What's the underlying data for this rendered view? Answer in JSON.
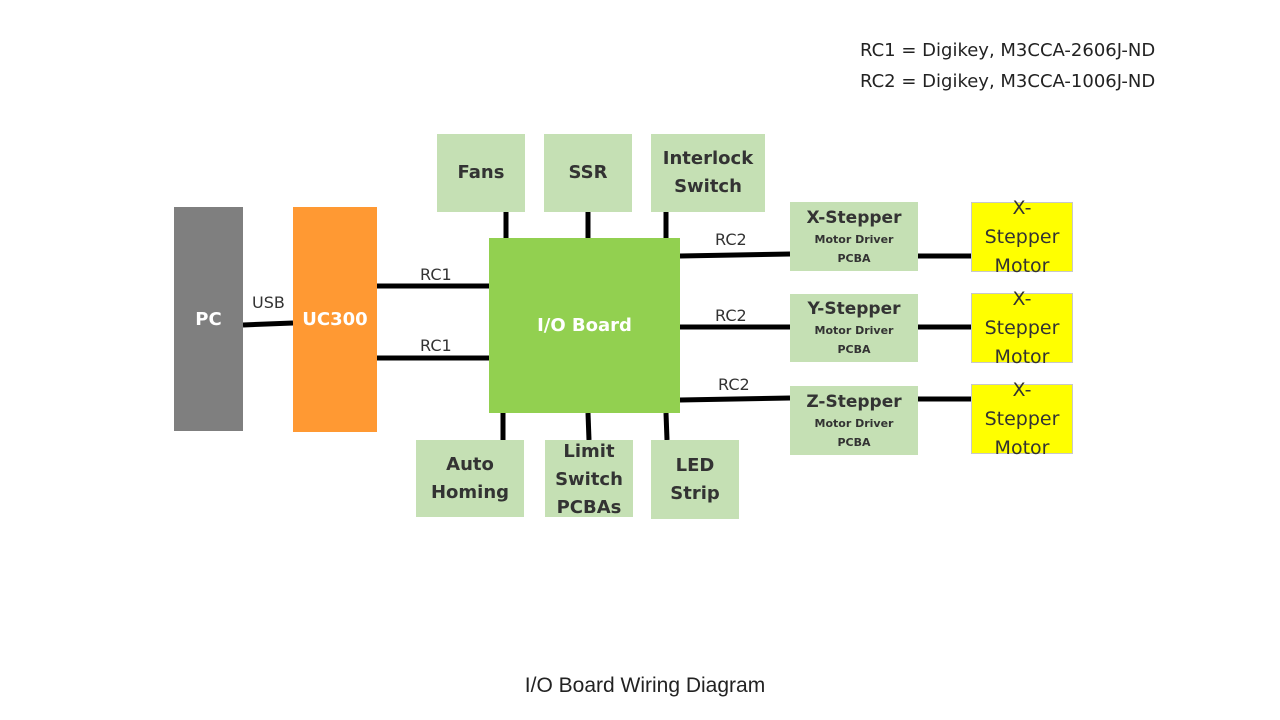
{
  "legend": {
    "rc1": "RC1 = Digikey, M3CCA-2606J-ND",
    "rc2": "RC2 = Digikey, M3CCA-1006J-ND"
  },
  "caption": "I/O Board Wiring Diagram",
  "blocks": {
    "pc": "PC",
    "uc300": "UC300",
    "io_board": "I/O Board",
    "fans": "Fans",
    "ssr": "SSR",
    "interlock_switch": [
      "Interlock",
      "Switch"
    ],
    "auto_homing": [
      "Auto",
      "Homing"
    ],
    "limit_switch": [
      "Limit",
      "Switch",
      "PCBAs"
    ],
    "led_strip": [
      "LED",
      "Strip"
    ]
  },
  "drivers": [
    {
      "title": "X-Stepper",
      "line1": "Motor Driver",
      "line2": "PCBA"
    },
    {
      "title": "Y-Stepper",
      "line1": "Motor Driver",
      "line2": "PCBA"
    },
    {
      "title": "Z-Stepper",
      "line1": "Motor Driver",
      "line2": "PCBA"
    }
  ],
  "motors": [
    [
      "X-",
      "Stepper",
      "Motor"
    ],
    [
      "X-",
      "Stepper",
      "Motor"
    ],
    [
      "X-",
      "Stepper",
      "Motor"
    ]
  ],
  "wire_labels": {
    "usb": "USB",
    "rc1_top": "RC1",
    "rc1_bottom": "RC1",
    "rc2_x": "RC2",
    "rc2_y": "RC2",
    "rc2_z": "RC2"
  },
  "colors": {
    "pc": "#7f7f7f",
    "uc300": "#ff9933",
    "io_board": "#92d050",
    "peripheral": "#c5e0b4",
    "motor": "#ffff00",
    "wire": "#000000"
  }
}
